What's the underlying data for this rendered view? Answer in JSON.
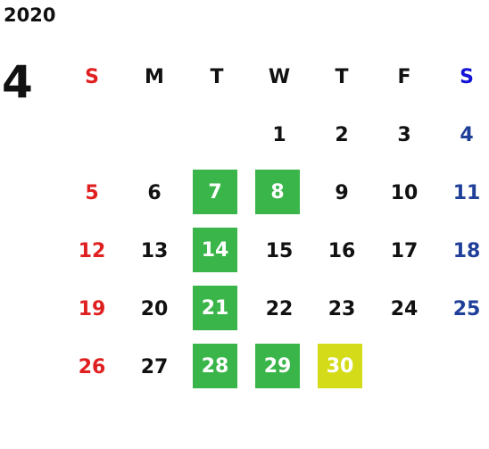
{
  "year": "2020",
  "month": "4",
  "colors": {
    "sunday": "#e02020",
    "saturday": "#1f3f99",
    "saturday_header": "#1414d6",
    "weekday": "#111111",
    "green": "#3ab54a",
    "yellow": "#d4dc1a"
  },
  "weekdays": [
    "S",
    "M",
    "T",
    "W",
    "T",
    "F",
    "S"
  ],
  "weeks": [
    [
      {
        "day": ""
      },
      {
        "day": ""
      },
      {
        "day": ""
      },
      {
        "day": "1"
      },
      {
        "day": "2"
      },
      {
        "day": "3"
      },
      {
        "day": "4"
      }
    ],
    [
      {
        "day": "5"
      },
      {
        "day": "6"
      },
      {
        "day": "7",
        "highlight": "green"
      },
      {
        "day": "8",
        "highlight": "green"
      },
      {
        "day": "9"
      },
      {
        "day": "10"
      },
      {
        "day": "11"
      }
    ],
    [
      {
        "day": "12"
      },
      {
        "day": "13"
      },
      {
        "day": "14",
        "highlight": "green"
      },
      {
        "day": "15"
      },
      {
        "day": "16"
      },
      {
        "day": "17"
      },
      {
        "day": "18"
      }
    ],
    [
      {
        "day": "19"
      },
      {
        "day": "20"
      },
      {
        "day": "21",
        "highlight": "green"
      },
      {
        "day": "22"
      },
      {
        "day": "23"
      },
      {
        "day": "24"
      },
      {
        "day": "25"
      }
    ],
    [
      {
        "day": "26"
      },
      {
        "day": "27"
      },
      {
        "day": "28",
        "highlight": "green"
      },
      {
        "day": "29",
        "highlight": "green"
      },
      {
        "day": "30",
        "highlight": "yellow"
      },
      {
        "day": ""
      },
      {
        "day": ""
      }
    ]
  ]
}
